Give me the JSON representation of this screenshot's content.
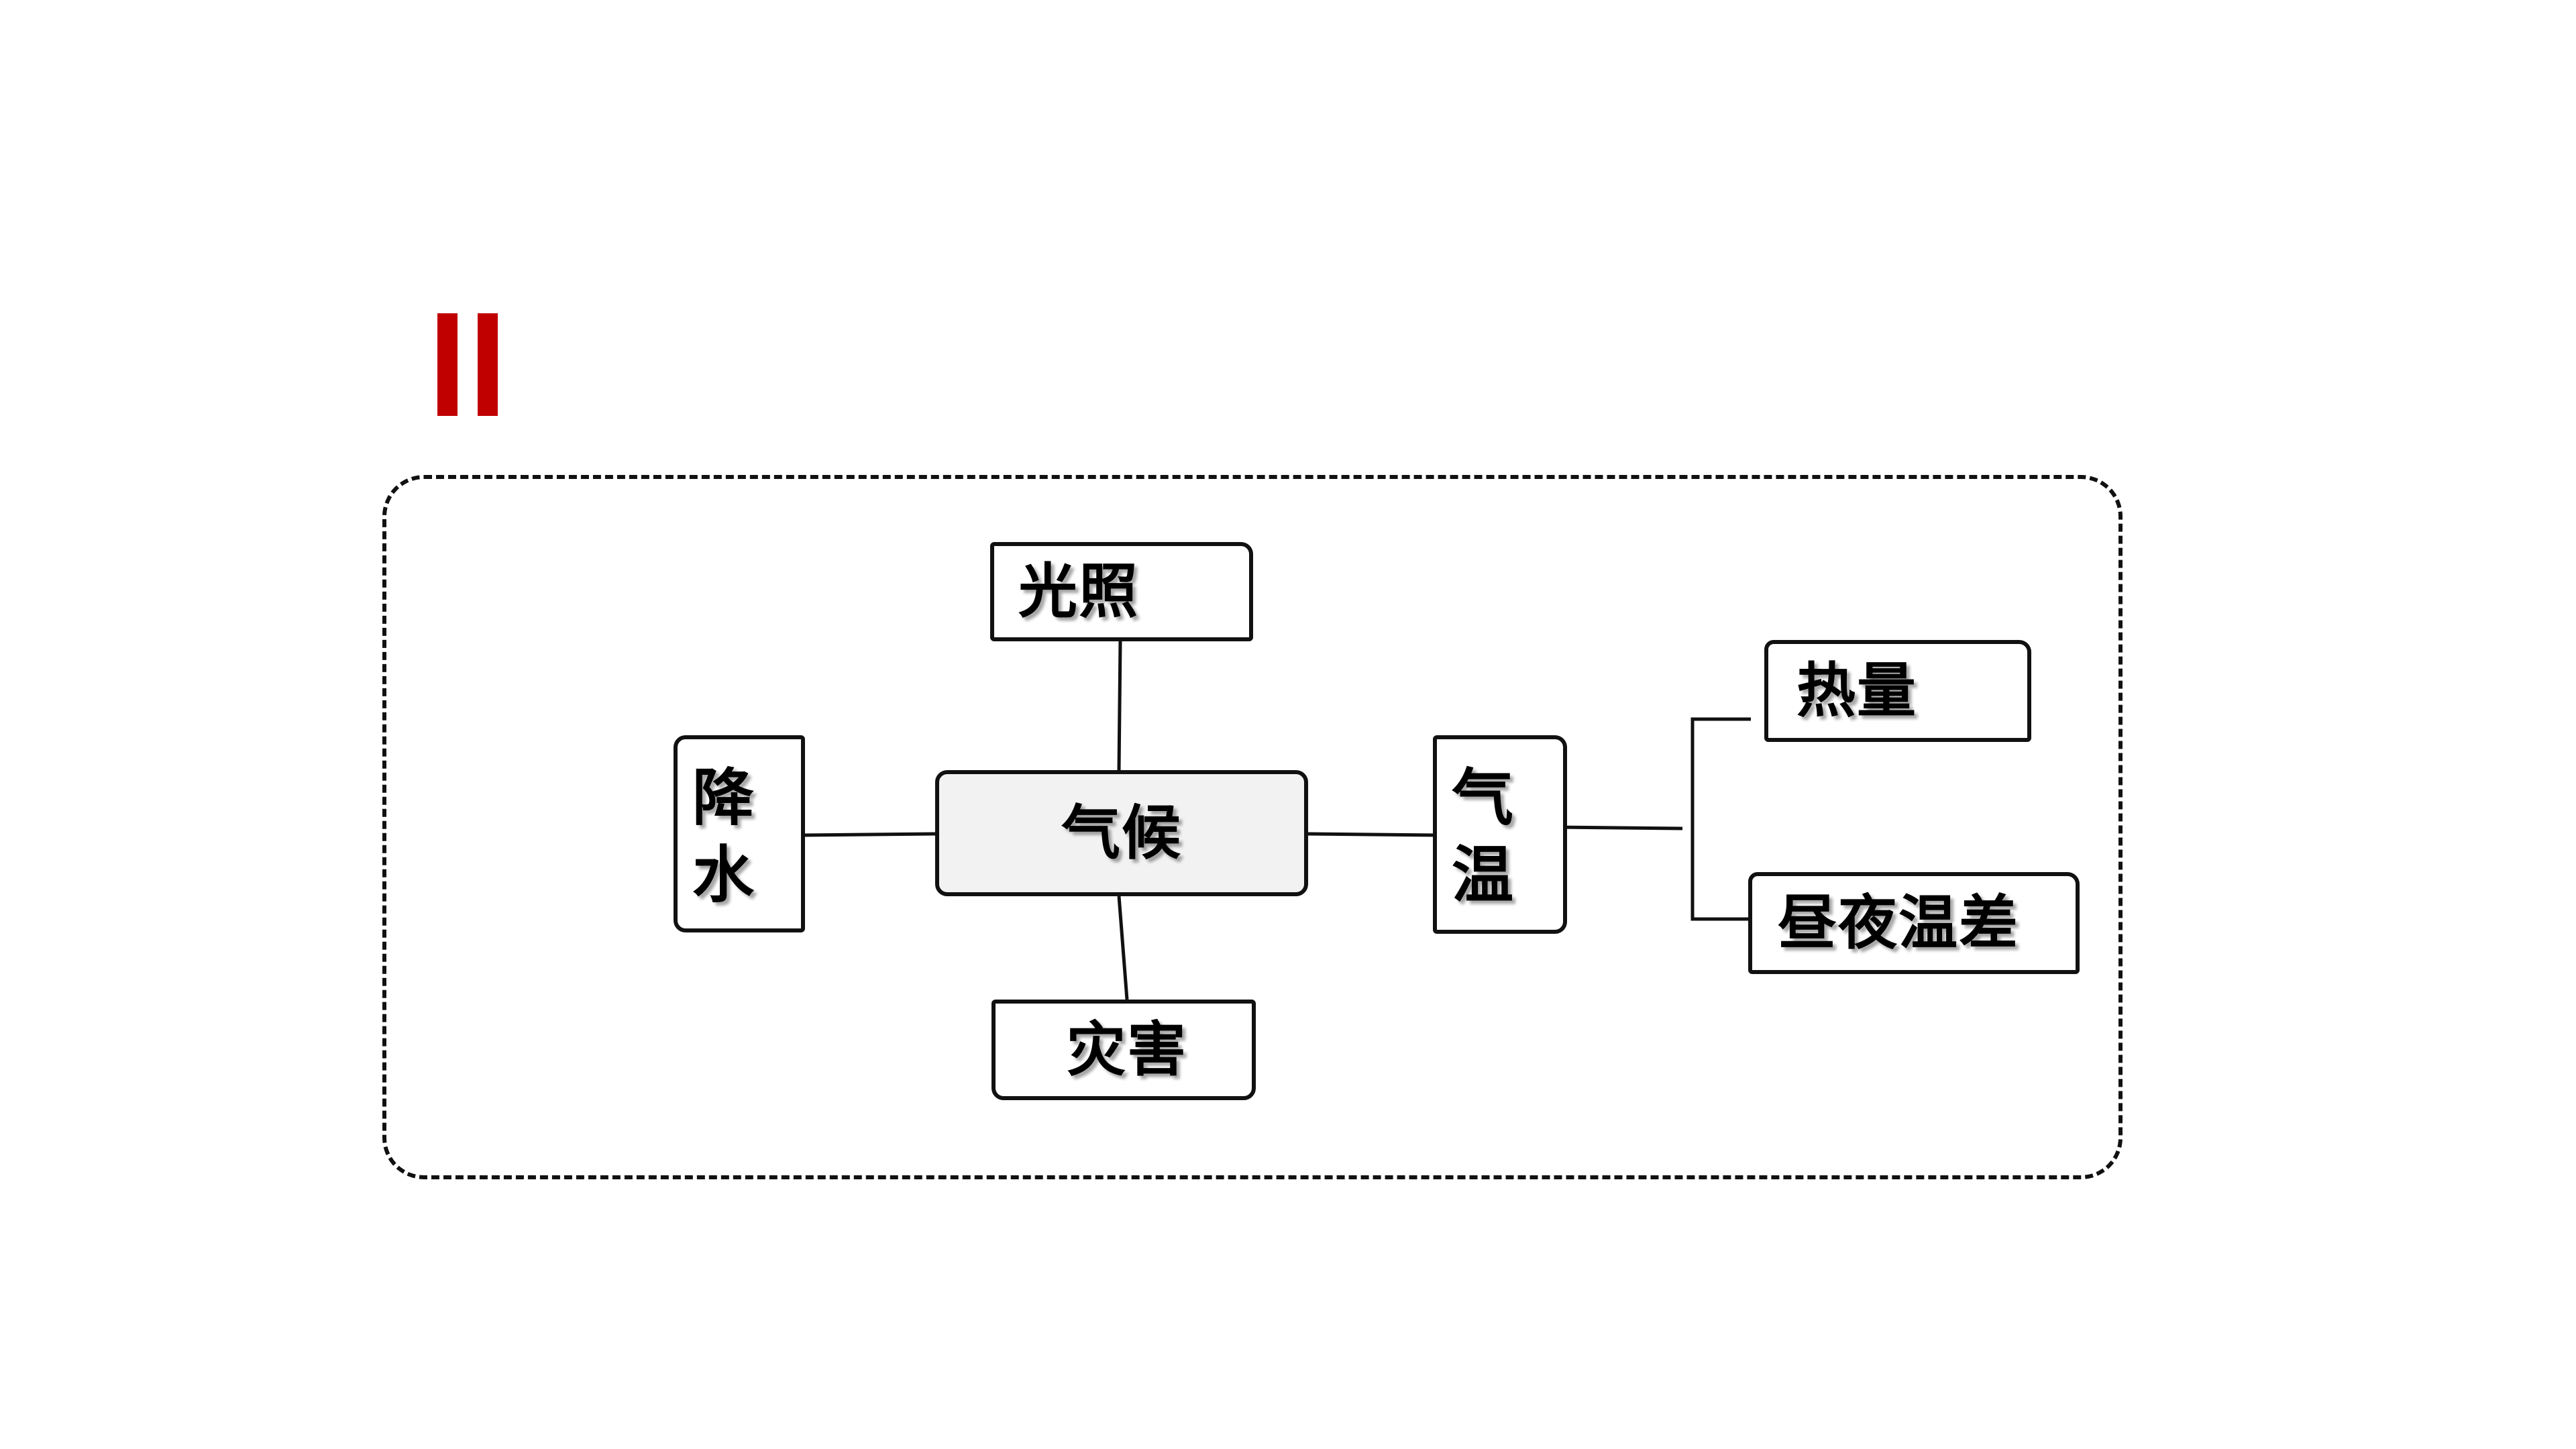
{
  "colors": {
    "accent": "#c00000",
    "stroke": "#111111",
    "center_fill": "#f2f2f2"
  },
  "diagram": {
    "center": "气候",
    "light": "光照",
    "precipitation": "降水",
    "disaster": "灾害",
    "temperature": "气温",
    "heat": "热量",
    "diurnal_range": "昼夜温差"
  }
}
